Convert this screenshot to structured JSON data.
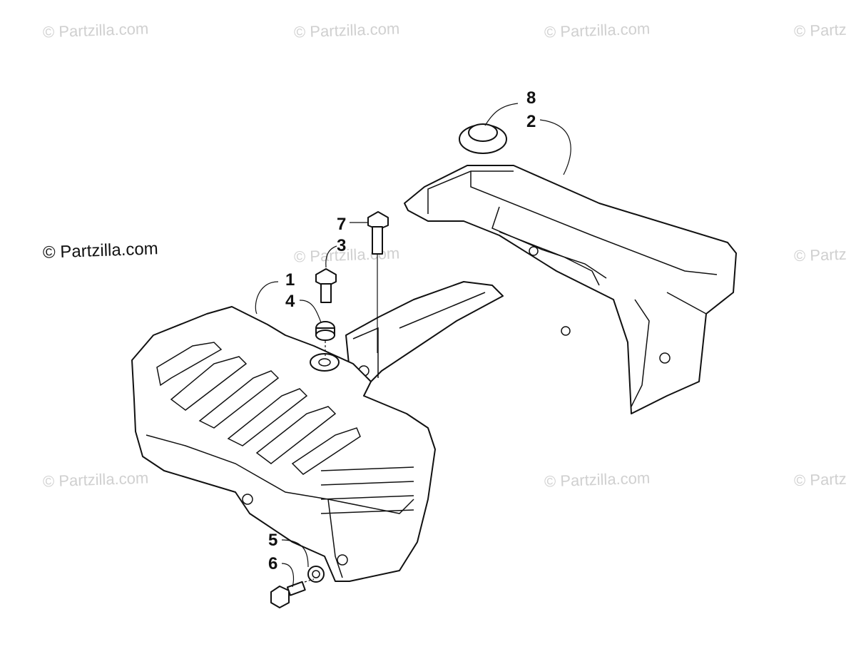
{
  "watermark": {
    "text": "© Partzilla.com",
    "text_partial": "© Partz"
  },
  "callouts": {
    "c1": "1",
    "c2": "2",
    "c3": "3",
    "c4": "4",
    "c5": "5",
    "c6": "6",
    "c7": "7",
    "c8": "8"
  },
  "colors": {
    "line": "#111111",
    "watermark": "#d0d0d0",
    "background": "#ffffff"
  }
}
